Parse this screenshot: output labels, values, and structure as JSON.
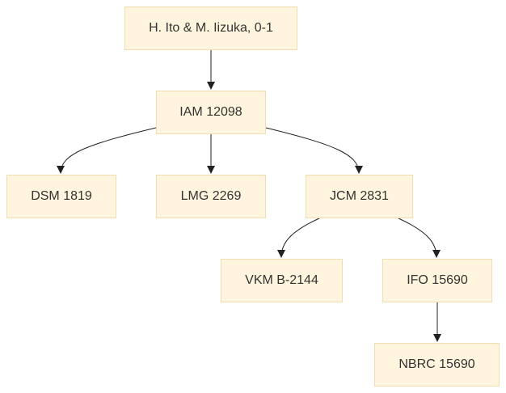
{
  "diagram": {
    "type": "tree",
    "nodes": [
      {
        "id": "origin",
        "label": "H. Ito & M. Iizuka, 0-1"
      },
      {
        "id": "iam",
        "label": "IAM 12098"
      },
      {
        "id": "dsm",
        "label": "DSM 1819"
      },
      {
        "id": "lmg",
        "label": "LMG 2269"
      },
      {
        "id": "jcm",
        "label": "JCM 2831"
      },
      {
        "id": "vkm",
        "label": "VKM B-2144"
      },
      {
        "id": "ifo",
        "label": "IFO 15690"
      },
      {
        "id": "nbrc",
        "label": "NBRC 15690"
      }
    ],
    "edges": [
      {
        "from": "origin",
        "to": "iam"
      },
      {
        "from": "iam",
        "to": "dsm"
      },
      {
        "from": "iam",
        "to": "lmg"
      },
      {
        "from": "iam",
        "to": "jcm"
      },
      {
        "from": "jcm",
        "to": "vkm"
      },
      {
        "from": "jcm",
        "to": "ifo"
      },
      {
        "from": "ifo",
        "to": "nbrc"
      }
    ],
    "colors": {
      "node_fill": "#fff4dd",
      "node_border": "#f0deb0",
      "text": "#333333",
      "edge": "#222222"
    }
  }
}
